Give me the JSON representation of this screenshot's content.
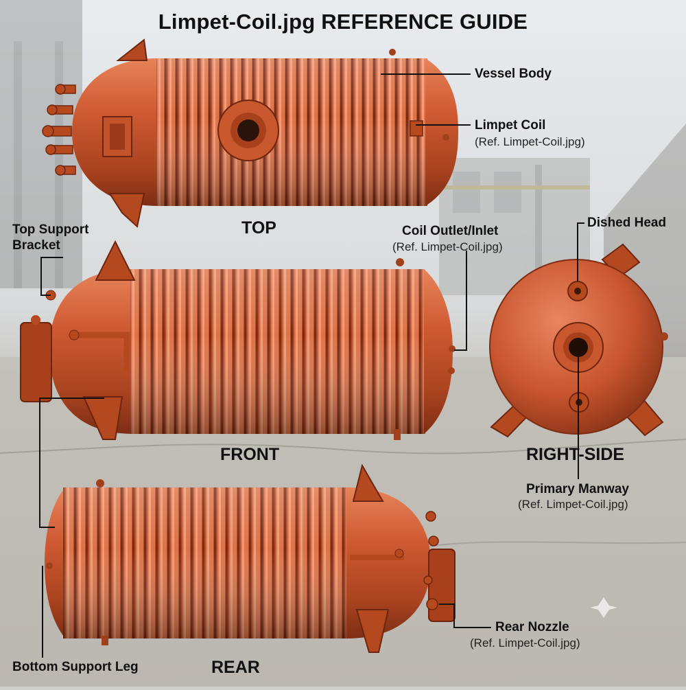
{
  "title": "Limpet-Coil.jpg REFERENCE GUIDE",
  "views": {
    "top": "TOP",
    "front": "FRONT",
    "right_side": "RIGHT-SIDE",
    "rear": "REAR"
  },
  "callouts": {
    "vessel_body": {
      "label": "Vessel Body"
    },
    "limpet_coil": {
      "label": "Limpet Coil",
      "ref": "(Ref. Limpet-Coil.jpg)"
    },
    "top_support_bracket": {
      "label_line1": "Top Support",
      "label_line2": "Bracket"
    },
    "coil_outlet_inlet": {
      "label": "Coil Outlet/Inlet",
      "ref": "(Ref. Limpet-Coil.jpg)"
    },
    "dished_head": {
      "label": "Dished Head"
    },
    "primary_manway": {
      "label": "Primary Manway",
      "ref": "(Ref. Limpet-Coil.jpg)"
    },
    "rear_nozzle": {
      "label": "Rear Nozzle",
      "ref": "(Ref. Limpet-Coil.jpg)"
    },
    "bottom_support_leg": {
      "label": "Bottom Support Leg"
    }
  },
  "colors": {
    "vessel_primary": "#c8552f",
    "vessel_dark": "#7d2d14",
    "vessel_light": "#e07a52",
    "sky": "#e6e9ec",
    "ground": "#c3c1bb",
    "leader": "#111111"
  }
}
